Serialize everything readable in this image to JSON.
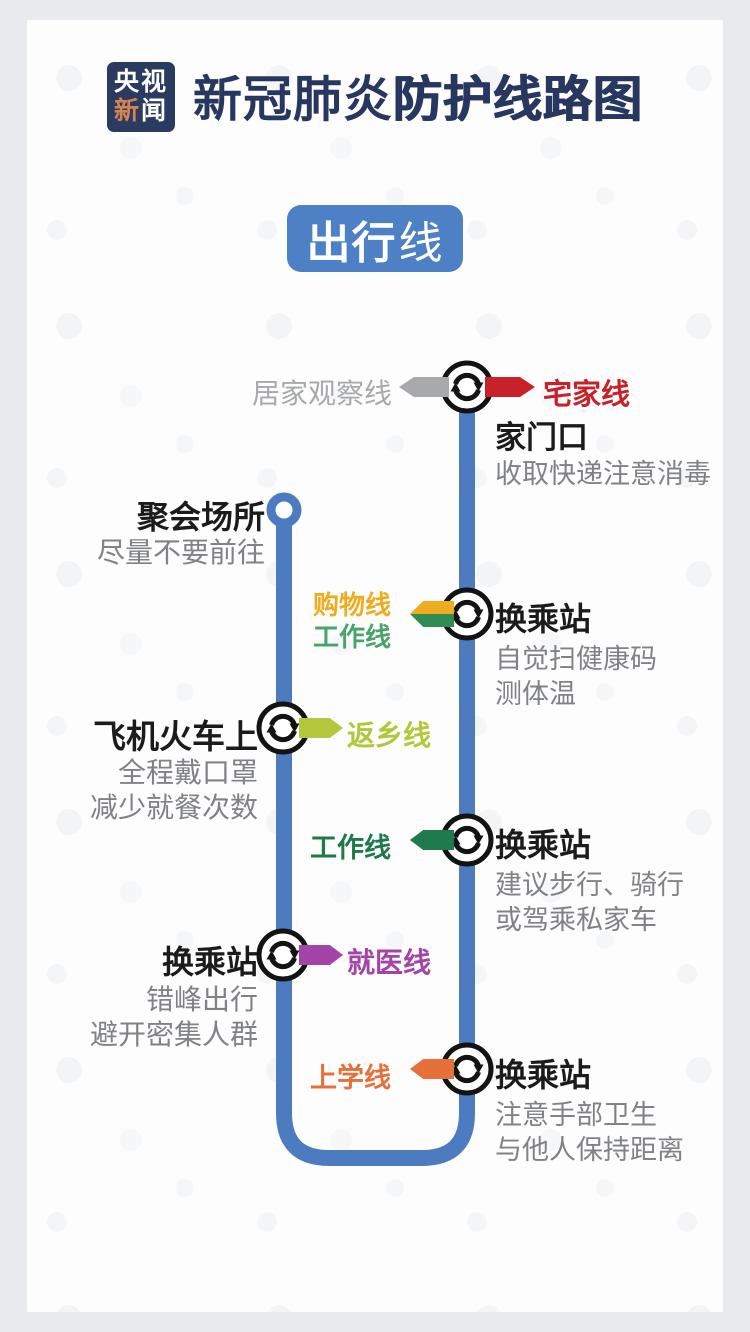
{
  "header": {
    "logo_line1": "央视",
    "logo_line2_a": "新",
    "logo_line2_b": "闻",
    "title_a": "新冠肺炎",
    "title_b": "防护线路图"
  },
  "badge": {
    "main": "出行",
    "suffix": "线"
  },
  "lines": {
    "travel": {
      "label": "出行线",
      "color": "#4d7bbf"
    },
    "home_observation": {
      "label": "居家观察线",
      "color": "#a7a9ab"
    },
    "stay_home": {
      "label": "宅家线",
      "color": "#c72229"
    },
    "shopping": {
      "label": "购物线",
      "color": "#efac1e"
    },
    "work_upper": {
      "label": "工作线",
      "color": "#3f9a5f"
    },
    "return_home": {
      "label": "返乡线",
      "color": "#b2c83a"
    },
    "work": {
      "label": "工作线",
      "color": "#1e7a4c"
    },
    "medical": {
      "label": "就医线",
      "color": "#a344a6"
    },
    "school": {
      "label": "上学线",
      "color": "#e6703a"
    }
  },
  "stations": {
    "home_door": {
      "title": "家门口",
      "desc1": "收取快递注意消毒"
    },
    "gathering": {
      "title": "聚会场所",
      "desc1": "尽量不要前往"
    },
    "transfer_shop": {
      "title": "换乘站",
      "desc1": "自觉扫健康码",
      "desc2": "测体温"
    },
    "plane_train": {
      "title": "飞机火车上",
      "desc1": "全程戴口罩",
      "desc2": "减少就餐次数"
    },
    "transfer_work": {
      "title": "换乘站",
      "desc1": "建议步行、骑行",
      "desc2": "或驾乘私家车"
    },
    "transfer_medical": {
      "title": "换乘站",
      "desc1": "错峰出行",
      "desc2": "避开密集人群"
    },
    "transfer_school": {
      "title": "换乘站",
      "desc1": "注意手部卫生",
      "desc2": "与他人保持距离"
    }
  },
  "colors": {
    "page_bg": "#e8eaed",
    "card_bg": "#fdfdfe",
    "navy": "#273760",
    "logo_bg": "#2b3a60",
    "logo_accent": "#d4854f",
    "badge_bg": "#4d80c5",
    "route_blue": "#4d7bbf",
    "desc_gray": "#808285"
  }
}
